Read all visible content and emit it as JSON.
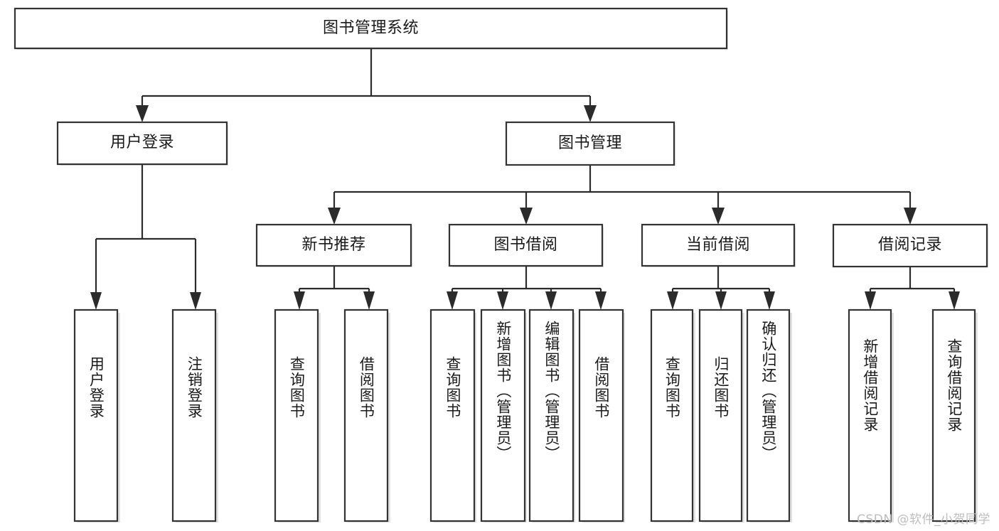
{
  "diagram": {
    "title": "图书管理系统",
    "type": "tree-hierarchy-chart",
    "colors": {
      "box_stroke": "#333333",
      "box_fill": "#ffffff",
      "edge": "#2b2b2b",
      "text": "#1a1a1a",
      "watermark": "#bdbdbd",
      "background": "#ffffff"
    },
    "root": {
      "label": "图书管理系统"
    },
    "level2": [
      {
        "label": "用户登录"
      },
      {
        "label": "图书管理"
      }
    ],
    "level3": [
      {
        "label": "新书推荐"
      },
      {
        "label": "图书借阅"
      },
      {
        "label": "当前借阅"
      },
      {
        "label": "借阅记录"
      }
    ],
    "leaves": {
      "user_login": [
        {
          "label": "用户登录"
        },
        {
          "label": "注销登录"
        }
      ],
      "new_book_recommend": [
        {
          "label": "查询图书"
        },
        {
          "label": "借阅图书"
        }
      ],
      "book_borrow": [
        {
          "label": "查询图书"
        },
        {
          "label": "新增图书（管理员）"
        },
        {
          "label": "编辑图书（管理员）"
        },
        {
          "label": "借阅图书"
        }
      ],
      "current_borrow": [
        {
          "label": "查询图书"
        },
        {
          "label": "归还图书"
        },
        {
          "label": "确认归还（管理员）"
        }
      ],
      "borrow_record": [
        {
          "label": "新增借阅记录"
        },
        {
          "label": "查询借阅记录"
        }
      ]
    }
  },
  "watermark": {
    "text": "CSDN @软件_小贺同学"
  }
}
